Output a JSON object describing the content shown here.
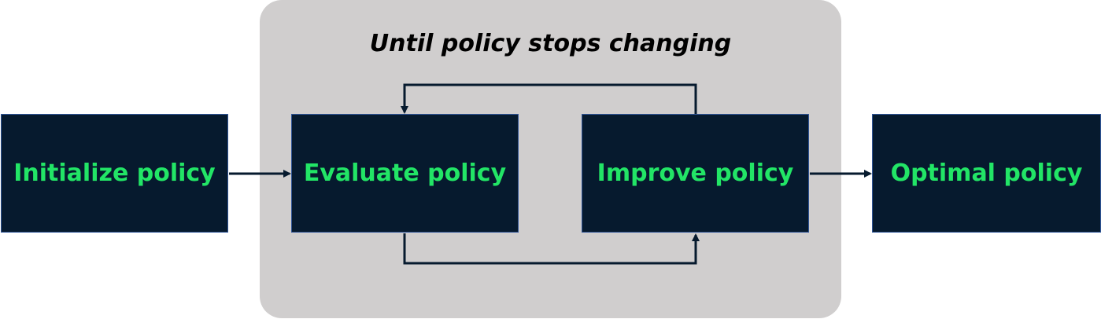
{
  "loop": {
    "title": "Until policy stops changing"
  },
  "steps": {
    "initialize": "Initialize policy",
    "evaluate": "Evaluate policy",
    "improve": "Improve policy",
    "optimal": "Optimal policy"
  },
  "colors": {
    "box_fill": "#061a2e",
    "box_border": "#2f5597",
    "label_text": "#22e566",
    "loop_background": "#d0cece",
    "arrow": "#061a2e"
  }
}
